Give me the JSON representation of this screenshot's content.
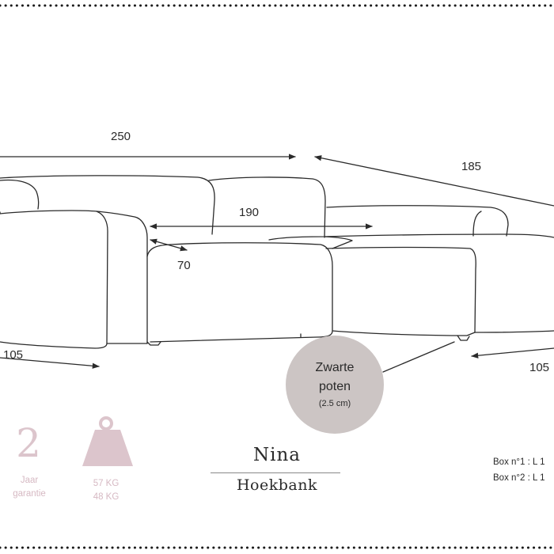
{
  "dimensions": {
    "total_width": "250",
    "chaise_length": "185",
    "seat_width": "190",
    "seat_depth": "70",
    "depth_left": "105",
    "depth_right": "105"
  },
  "feet": {
    "line1": "Zwarte",
    "line2": "poten",
    "note": "(2.5 cm)"
  },
  "warranty": {
    "years": "2",
    "label_line1": "Jaar",
    "label_line2": "garantie"
  },
  "weight": {
    "icon": "weight-icon",
    "box1": "57 KG",
    "box2": "48 KG"
  },
  "product": {
    "name": "Nina",
    "type": "Hoekbank"
  },
  "boxes": {
    "box1": "Box n°1 : L 1",
    "box2": "Box n°2 : L 1"
  },
  "colors": {
    "accent_pink": "#dcc5cc",
    "feet_circle": "#ccc5c4",
    "outline": "#2a2a2a"
  }
}
